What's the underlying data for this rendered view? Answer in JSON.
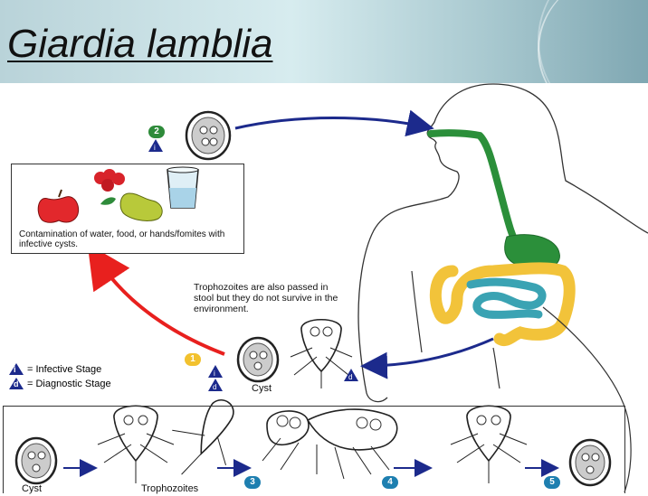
{
  "title": "Giardia lamblia",
  "contamination_text": "Contamination of water, food, or hands/fomites with infective cysts.",
  "trophozoites_note": "Trophozoites are also passed in stool but they do not survive in the environment.",
  "legend": {
    "infective": "= Infective Stage",
    "diagnostic": "= Diagnostic Stage",
    "i_symbol": "i",
    "d_symbol": "d"
  },
  "labels": {
    "cyst_mid": "Cyst",
    "cyst_bottom": "Cyst",
    "trophozoites_bottom": "Trophozoites"
  },
  "steps": [
    "1",
    "2",
    "3",
    "4",
    "5"
  ],
  "colors": {
    "step_green": "#2e8b3a",
    "step_yellow": "#f2c12e",
    "step_blue": "#1e7fb0",
    "arrow_navy": "#1c2a8c",
    "arrow_red": "#e8201e",
    "gut_green": "#2b8f3a",
    "gut_yellow": "#f2c33a",
    "gut_teal": "#3aa3b3"
  }
}
